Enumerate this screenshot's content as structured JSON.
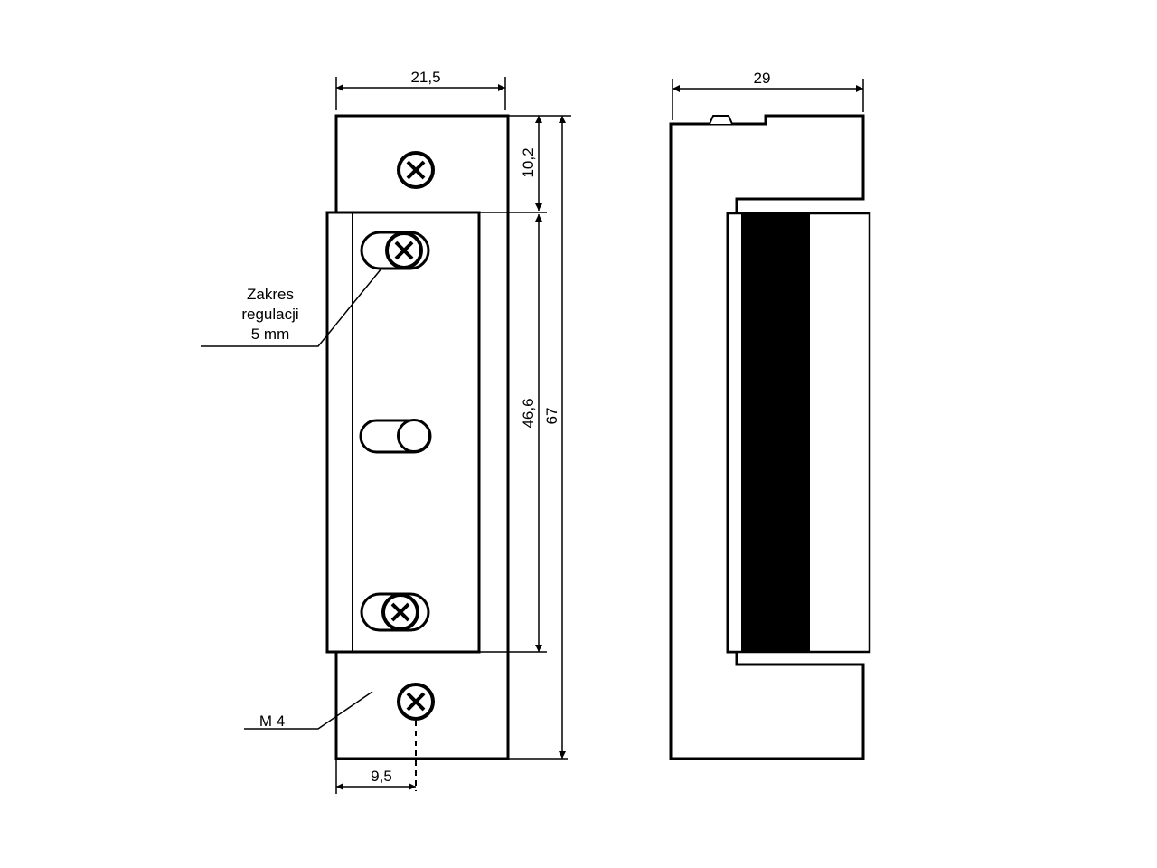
{
  "dimensions": {
    "top_width": "21,5",
    "side_width": "29",
    "top_offset": "10,2",
    "plate_height": "46,6",
    "total_height": "67",
    "bottom_offset": "9,5"
  },
  "annotations": {
    "adjust_line1": "Zakres",
    "adjust_line2": "regulacji",
    "adjust_line3": "5 mm",
    "thread": "M 4"
  },
  "icons": {
    "screw": "screw-cross-icon",
    "arrow": "arrowhead-icon"
  },
  "colors": {
    "line": "#000000",
    "background": "#ffffff",
    "coil": "#000000"
  }
}
